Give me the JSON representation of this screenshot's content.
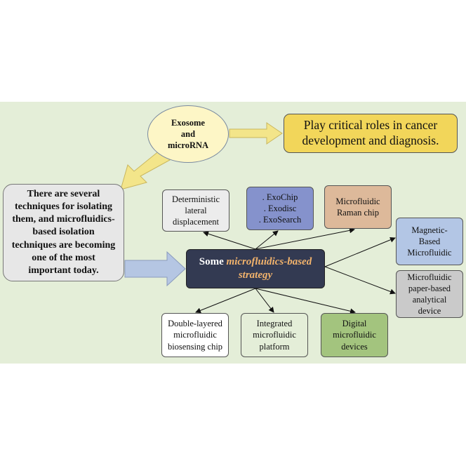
{
  "colors": {
    "background_panel": "#e4eed8",
    "exosome_fill": "#fdf6c6",
    "roles_fill": "#f2d65a",
    "techniques_fill": "#e7e7e7",
    "strategy_fill": "#333a52",
    "strategy_highlight": "#f2b36c",
    "exochip_fill": "#8592cc",
    "raman_fill": "#ddb99a",
    "magnetic_fill": "#b3c6e5",
    "paper_fill": "#cacaca",
    "digital_fill": "#a3c47e",
    "arrow_yellow": "#f3e58a",
    "arrow_blue": "#b5c6e3"
  },
  "nodes": {
    "exosome": "Exosome\nand\nmicroRNA",
    "roles": "Play critical roles in cancer\ndevelopment and diagnosis.",
    "techniques": "There are several\ntechniques for isolating\nthem, and microfluidics-\nbased isolation\ntechniques are becoming\none of the most\nimportant today.",
    "strategy_prefix": "Some ",
    "strategy_highlight": "microfluidics-based\nstrategy",
    "dld": "Deterministic\nlateral\ndisplacement",
    "exochip": ". ExoChip\n. Exodisc\n. ExoSearch",
    "raman": "Microfluidic\nRaman chip",
    "magnetic": "Magnetic-\nBased\nMicrofluidic",
    "paper": "Microfluidic\npaper-based\nanalytical\ndevice",
    "double": "Double-layered\nmicrofluidic\nbiosensing chip",
    "integrated": "Integrated\nmicrofluidic\nplatform",
    "digital": "Digital\nmicrofluidic\ndevices"
  }
}
